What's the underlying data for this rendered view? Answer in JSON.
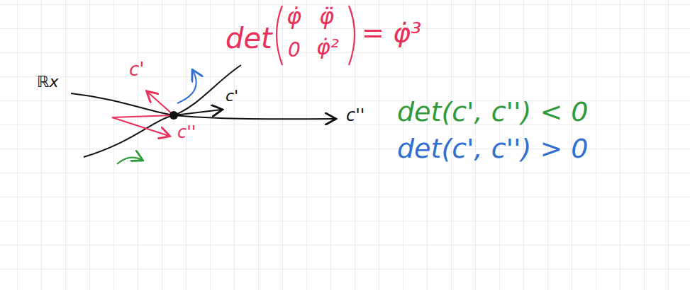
{
  "diagram": {
    "labels": [
      "det",
      "φ̇",
      "φ̈",
      "0",
      "φ̇²",
      "= φ̇³",
      "ℝx",
      "c'",
      "c'",
      "c''",
      "c''",
      "det(c', c'') < 0",
      "det(c', c'') > 0"
    ]
  }
}
